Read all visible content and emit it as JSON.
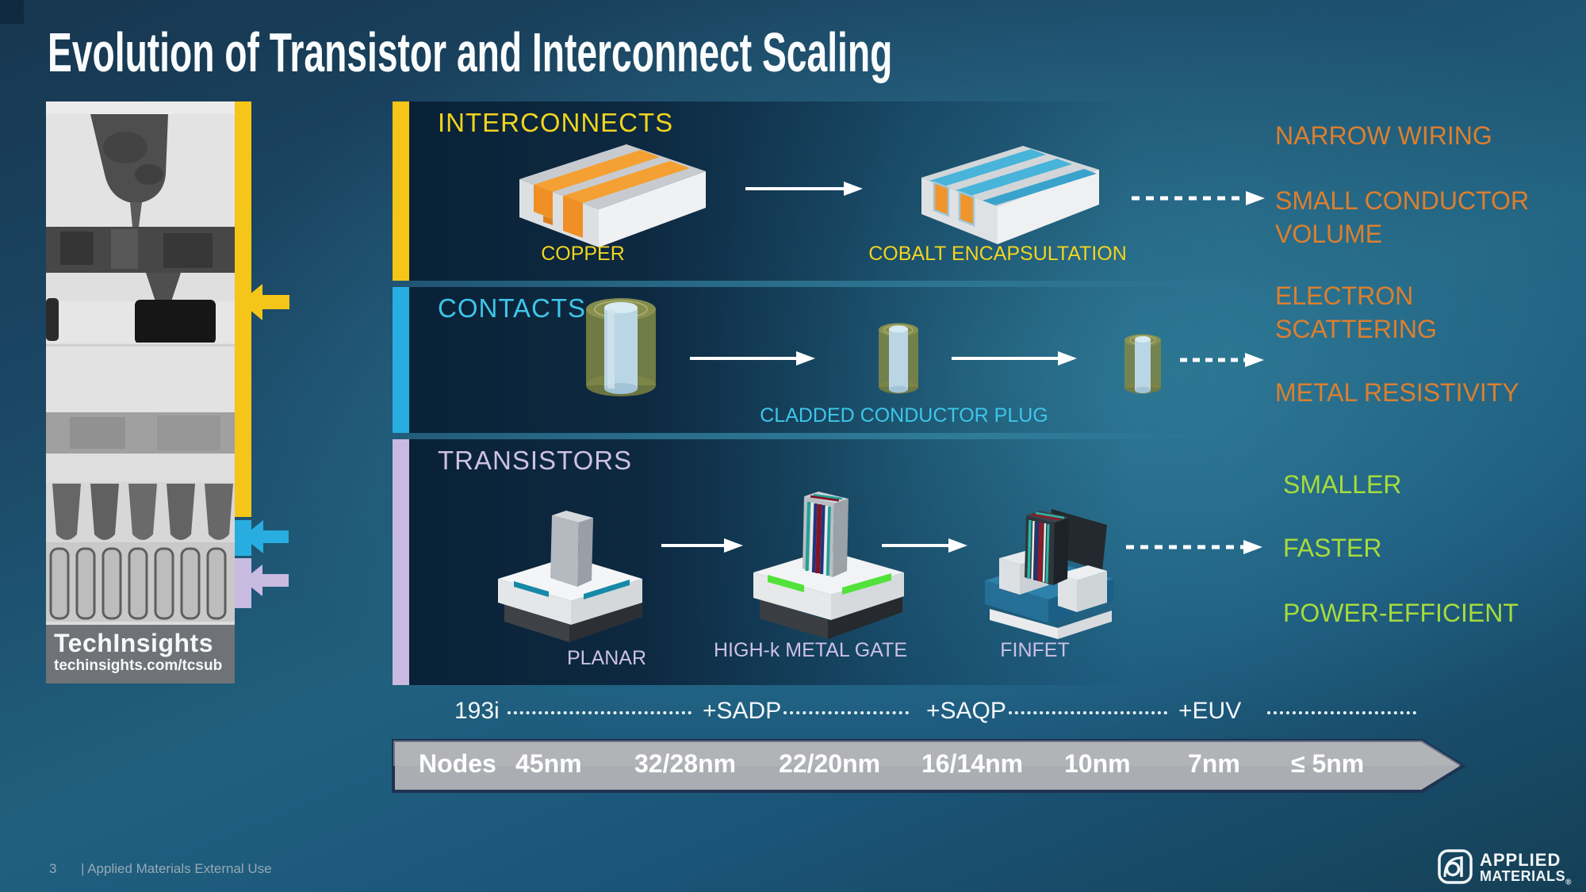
{
  "page": {
    "title": "Evolution of Transistor and Interconnect Scaling",
    "slide_number": "3",
    "footer_text": "| Applied Materials External Use"
  },
  "tem_panel": {
    "brand": "TechInsights",
    "url": "techinsights.com/tcsub"
  },
  "bands": {
    "interconnects": {
      "heading": "INTERCONNECTS",
      "copper_label": "COPPER",
      "cobalt_label": "COBALT ENCAPSULTATION",
      "accent_color": "#F5C517",
      "text_color": "#F2D41E"
    },
    "contacts": {
      "heading": "CONTACTS",
      "plug_label": "CLADDED CONDUCTOR PLUG",
      "accent_color": "#28ADE0",
      "text_color": "#3EC6E9"
    },
    "transistors": {
      "heading": "TRANSISTORS",
      "planar_label": "PLANAR",
      "hkmg_label": "HIGH-k METAL GATE",
      "finfet_label": "FINFET",
      "accent_color": "#C9BAE2",
      "text_color": "#CDC0E6"
    }
  },
  "challenges": {
    "color": "#DC7F2E",
    "items": [
      "NARROW WIRING",
      "SMALL CONDUCTOR VOLUME",
      "ELECTRON SCATTERING",
      "METAL RESISTIVITY"
    ]
  },
  "benefits": {
    "color": "#A6DB3B",
    "items": [
      "SMALLER",
      "FASTER",
      "POWER-EFFICIENT"
    ]
  },
  "lithography": {
    "items": [
      "193i",
      "+SADP",
      "+SAQP",
      "+EUV"
    ]
  },
  "nodes_bar": {
    "label": "Nodes",
    "values": [
      "45nm",
      "32/28nm",
      "22/20nm",
      "16/14nm",
      "10nm",
      "7nm",
      "≤ 5nm"
    ]
  },
  "logo": {
    "line1": "APPLIED",
    "line2": "MATERIALS",
    "registered_mark": "®"
  }
}
